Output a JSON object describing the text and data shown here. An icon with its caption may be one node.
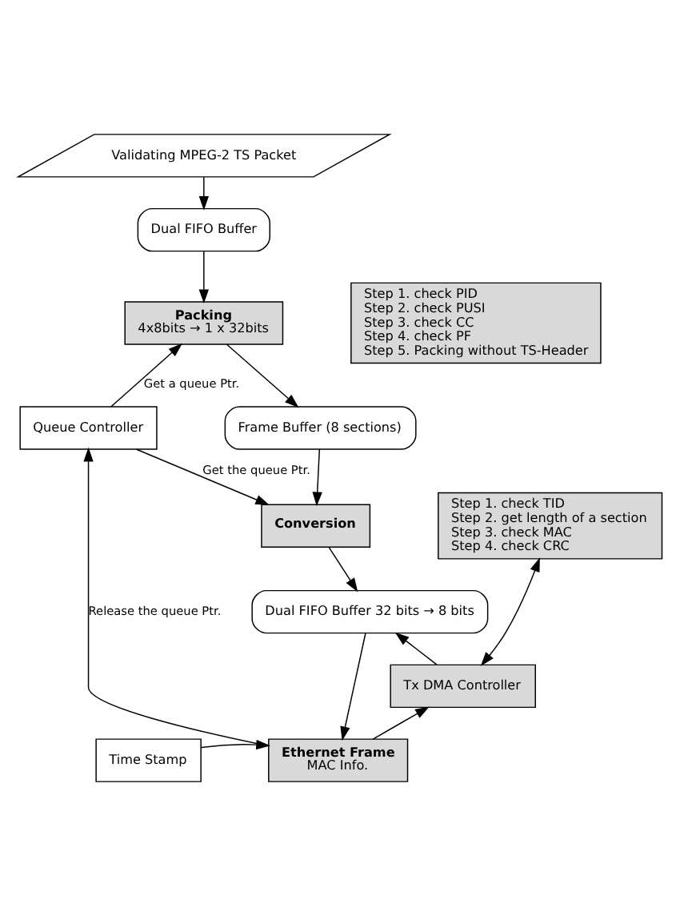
{
  "diagram": {
    "nodes": [
      {
        "text": [
          "Validating MPEG-2 TS Packet"
        ]
      },
      {
        "text": [
          "Dual FIFO Buffer"
        ]
      },
      {
        "text": [
          "Packing",
          "4x8bits → 1 x 32bits"
        ]
      },
      {
        "text": [
          "Step 1. check PID",
          "Step 2. check PUSI",
          "Step 3. check CC",
          "Step 4. check PF",
          "Step 5. Packing without TS-Header"
        ]
      },
      {
        "text": [
          "Queue Controller"
        ]
      },
      {
        "text": [
          "Frame Buffer (8 sections)"
        ]
      },
      {
        "text": [
          "Conversion"
        ]
      },
      {
        "text": [
          "Step 1. check TID",
          "Step 2. get length of a section",
          "Step 3. check MAC",
          "Step 4. check CRC"
        ]
      },
      {
        "text": [
          "Dual FIFO Buffer 32 bits → 8 bits"
        ]
      },
      {
        "text": [
          "Tx DMA Controller"
        ]
      },
      {
        "text": [
          "Time Stamp"
        ]
      },
      {
        "text": [
          "Ethernet Frame",
          "MAC Info."
        ]
      }
    ],
    "edges": [
      {
        "from": 0,
        "to": 1,
        "arrow": "to"
      },
      {
        "from": 1,
        "to": 2,
        "arrow": "to"
      },
      {
        "from": 4,
        "to": 2,
        "arrow": "to",
        "label": "Get a queue Ptr."
      },
      {
        "from": 2,
        "to": 5,
        "arrow": "to"
      },
      {
        "from": 5,
        "to": 6,
        "arrow": "to"
      },
      {
        "from": 4,
        "to": 6,
        "arrow": "to",
        "label": "Get the queue Ptr."
      },
      {
        "from": 6,
        "to": 8,
        "arrow": "to"
      },
      {
        "from": 8,
        "to": 11,
        "arrow": "to"
      },
      {
        "from": 11,
        "to": 4,
        "arrow": "to",
        "label": "Release the queue Ptr."
      },
      {
        "from": 10,
        "to": 11,
        "arrow": "to"
      },
      {
        "from": 11,
        "to": 9,
        "arrow": "to"
      },
      {
        "from": 9,
        "to": 8,
        "arrow": "to"
      },
      {
        "from": 7,
        "to": 9,
        "arrow": "both"
      }
    ]
  }
}
